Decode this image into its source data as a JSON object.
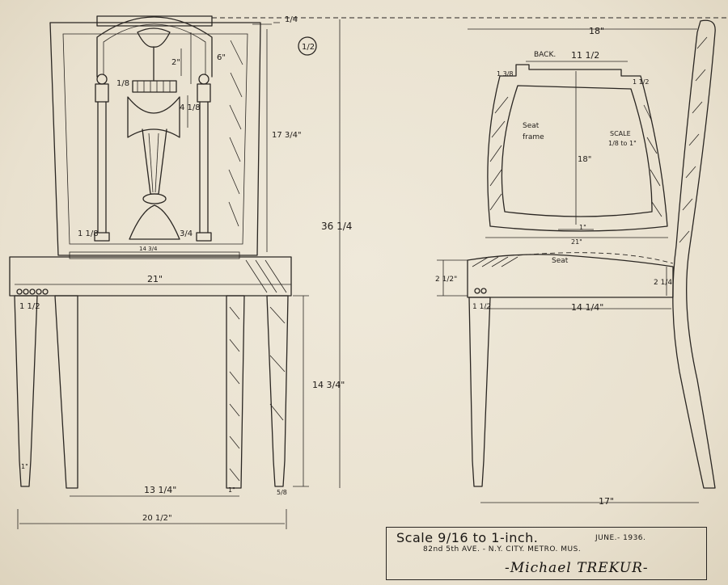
{
  "drawing": {
    "scale_text": "Scale 9/16 to 1-inch.",
    "date": "JUNE.- 1936.",
    "address": "82nd 5th AVE. - N.Y. CITY. METRO. MUS.",
    "signature": "-Michael TREKUR-"
  },
  "front_view": {
    "dims": {
      "top_offset": "1/4",
      "detail_ref": "1/2",
      "splat_top": "2\"",
      "arch_height": "6\"",
      "rail_small": "1/8",
      "drape": "4 1/8",
      "back_height": "17 3/4\"",
      "overall_height": "36 1/4",
      "column_base": "1 1/8",
      "base_small": "3/4",
      "rail_width": "14 3/4",
      "seat_width": "21\"",
      "leg_width": "1 1/2",
      "leg_height": "14 3/4\"",
      "foot": "1\"",
      "between_legs": "13 1/4\"",
      "leg_small": "1\"",
      "leg_gap": "5/8",
      "bottom_width": "20 1/2\""
    }
  },
  "plan_view": {
    "labels": {
      "back": "BACK.",
      "seat_frame_1": "Seat",
      "seat_frame_2": "frame",
      "scale_1": "SCALE",
      "scale_2": "1/8 to 1\""
    },
    "dims": {
      "back_width": "11 1/2",
      "left_notch": "1 3/8",
      "right_notch": "1 1/2",
      "depth": "18\"",
      "rail": "1\"",
      "front_width": "21\""
    }
  },
  "side_view": {
    "labels": {
      "seat": "Seat"
    },
    "dims": {
      "overall_depth": "18\"",
      "seat_rail": "2 1/2\"",
      "rear_rail": "2 1/4",
      "leg": "1 1/2",
      "between": "14 1/4\"",
      "bottom": "17\""
    }
  }
}
